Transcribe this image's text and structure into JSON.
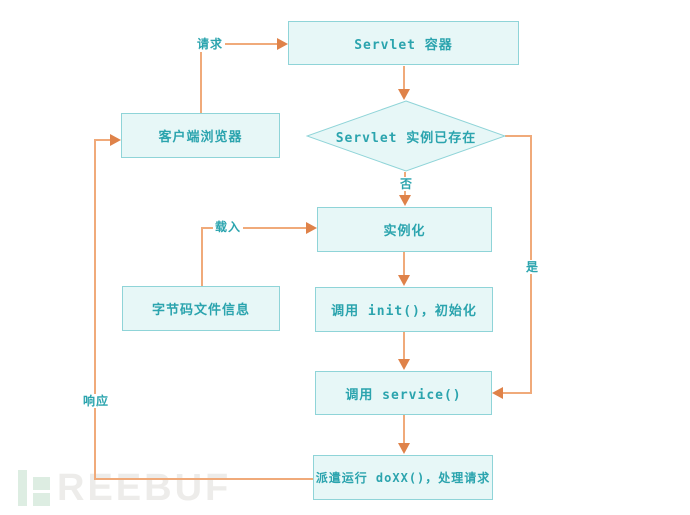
{
  "colors": {
    "box_fill": "#e7f7f7",
    "box_border": "#8fd4d8",
    "box_text": "#2ba4ae",
    "line": "#f0aa7a",
    "arrowhead": "#df8249",
    "wm_green": "#ddede2",
    "wm_gray": "#edecea"
  },
  "flowchart": {
    "nodes": {
      "servlet_container": "Servlet 容器",
      "client_browser": "客户端浏览器",
      "instance_exists": "Servlet 实例已存在",
      "instantiate": "实例化",
      "bytecode_info": "字节码文件信息",
      "call_init": "调用 init()，初始化",
      "call_service": "调用 service()",
      "dispatch_doxx": "派遣运行 doXX()，处理请求"
    },
    "labels": {
      "request": "请求",
      "no": "否",
      "yes": "是",
      "load": "载入",
      "response": "响应"
    }
  },
  "watermark": {
    "text": "REEBUF"
  }
}
